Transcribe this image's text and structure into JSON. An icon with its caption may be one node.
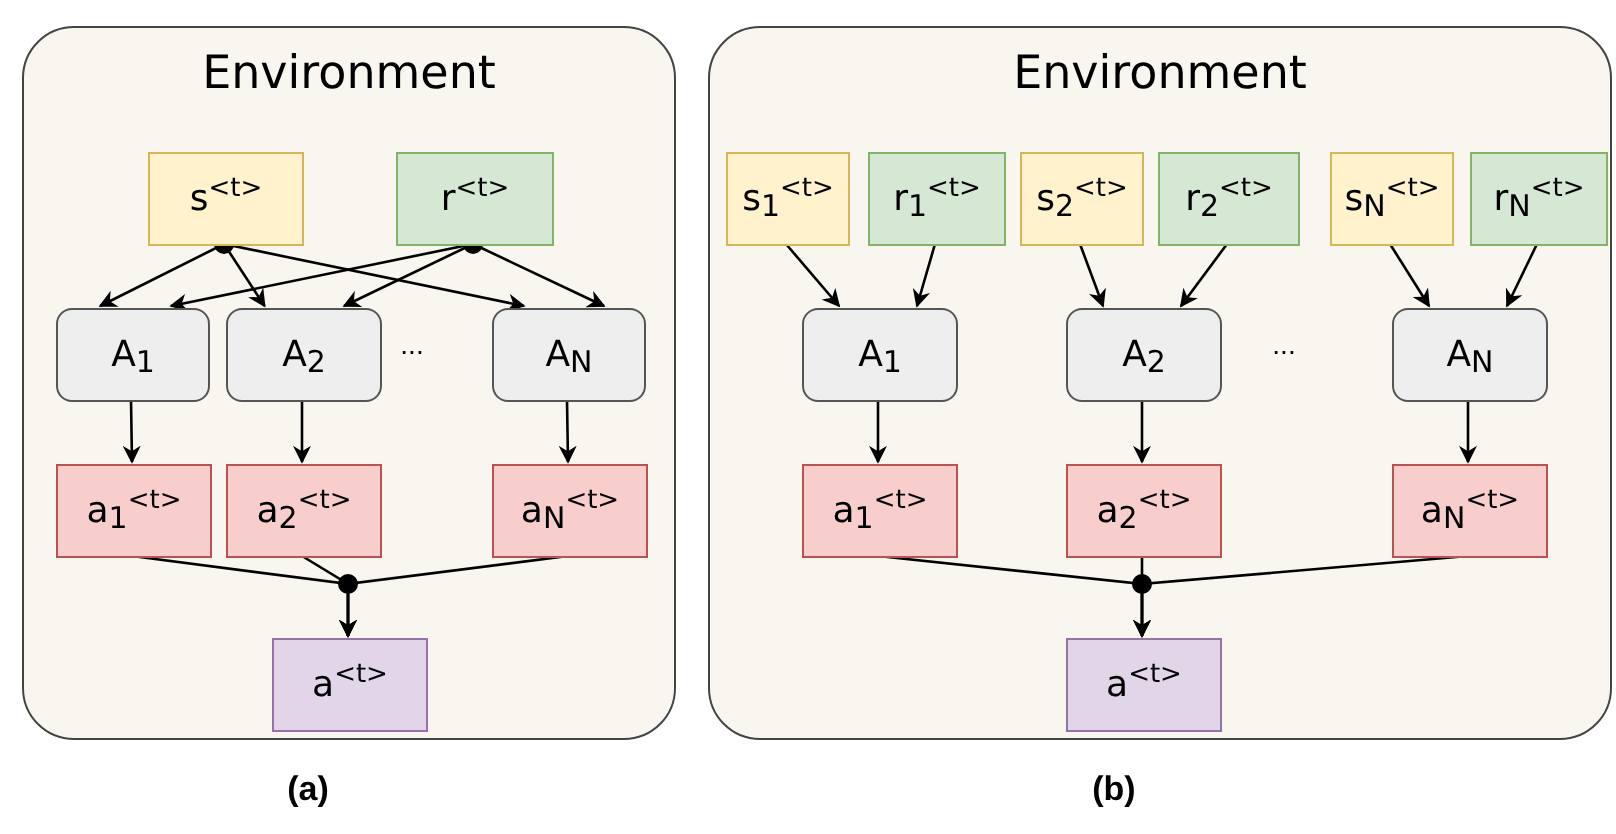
{
  "diagram": {
    "nodes": [
      {
        "text": [
          "Environment"
        ]
      },
      {
        "text": [
          "s$^{<t>}$"
        ],
        "in": 0
      },
      {
        "text": [
          "r$^{<t>}$"
        ],
        "in": 0
      },
      {
        "text": [
          "A$_{1}$"
        ],
        "in": 0
      },
      {
        "text": [
          "A$_{2}$"
        ],
        "in": 0
      },
      {
        "text": [
          "A$_{N}$"
        ],
        "in": 0
      },
      {
        "text": [
          "a$_{1}$$^{<t>}$"
        ],
        "in": 0
      },
      {
        "text": [
          "a$_{2}$$^{<t>}$"
        ],
        "in": 0
      },
      {
        "text": [
          "a$_{N}$$^{<t>}$"
        ],
        "in": 0
      },
      {
        "text": [
          "a$^{<t>}$"
        ],
        "in": 0
      },
      {
        "text": [
          "Environment"
        ]
      },
      {
        "text": [
          "s$_{1}$$^{<t>}$"
        ],
        "in": 10
      },
      {
        "text": [
          "r$_{1}$$^{<t>}$"
        ],
        "in": 10
      },
      {
        "text": [
          "s$_{2}$$^{<t>}$"
        ],
        "in": 10
      },
      {
        "text": [
          "r$_{2}$$^{<t>}$"
        ],
        "in": 10
      },
      {
        "text": [
          "s$_{N}$$^{<t>}$"
        ],
        "in": 10
      },
      {
        "text": [
          "r$_{N}$$^{<t>}$"
        ],
        "in": 10
      },
      {
        "text": [
          "A$_{1}$"
        ],
        "in": 10
      },
      {
        "text": [
          "A$_{2}$"
        ],
        "in": 10
      },
      {
        "text": [
          "A$_{N}$"
        ],
        "in": 10
      },
      {
        "text": [
          "a$_{1}$$^{<t>}$"
        ],
        "in": 10
      },
      {
        "text": [
          "a$_{2}$$^{<t>}$"
        ],
        "in": 10
      },
      {
        "text": [
          "a$_{N}$$^{<t>}$"
        ],
        "in": 10
      },
      {
        "text": [
          "a$^{<t>}$"
        ],
        "in": 10
      }
    ],
    "edges": [
      {
        "from": 1,
        "to": 3,
        "arrow": "to"
      },
      {
        "from": 1,
        "to": 4,
        "arrow": "to"
      },
      {
        "from": 1,
        "to": 5,
        "arrow": "to"
      },
      {
        "from": 2,
        "to": 3,
        "arrow": "to"
      },
      {
        "from": 2,
        "to": 4,
        "arrow": "to"
      },
      {
        "from": 2,
        "to": 5,
        "arrow": "to"
      },
      {
        "from": 3,
        "to": 6,
        "arrow": "to"
      },
      {
        "from": 4,
        "to": 7,
        "arrow": "to"
      },
      {
        "from": 5,
        "to": 8,
        "arrow": "to"
      },
      {
        "from": 6,
        "to": 9,
        "arrow": "to"
      },
      {
        "from": 7,
        "to": 9,
        "arrow": "to"
      },
      {
        "from": 8,
        "to": 9,
        "arrow": "to"
      },
      {
        "from": 11,
        "to": 17,
        "arrow": "to"
      },
      {
        "from": 12,
        "to": 17,
        "arrow": "to"
      },
      {
        "from": 13,
        "to": 18,
        "arrow": "to"
      },
      {
        "from": 14,
        "to": 18,
        "arrow": "to"
      },
      {
        "from": 15,
        "to": 19,
        "arrow": "to"
      },
      {
        "from": 16,
        "to": 19,
        "arrow": "to"
      },
      {
        "from": 17,
        "to": 20,
        "arrow": "to"
      },
      {
        "from": 18,
        "to": 21,
        "arrow": "to"
      },
      {
        "from": 19,
        "to": 22,
        "arrow": "to"
      },
      {
        "from": 20,
        "to": 23,
        "arrow": "to"
      },
      {
        "from": 21,
        "to": 23,
        "arrow": "to"
      },
      {
        "from": 22,
        "to": 23,
        "arrow": "to"
      }
    ],
    "labels": [
      "...",
      "...",
      "(a)",
      "(b)"
    ]
  }
}
